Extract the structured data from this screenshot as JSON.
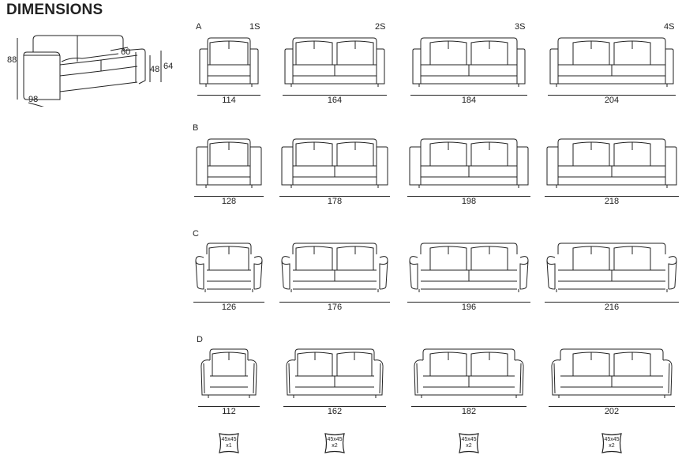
{
  "title": "DIMENSIONS",
  "overview": {
    "height": "88",
    "depth": "98",
    "seat_depth": "60",
    "seat_height": "48",
    "arm_height": "64"
  },
  "sizes": [
    "1S",
    "2S",
    "3S",
    "4S"
  ],
  "rows": [
    {
      "label": "A",
      "style": "square",
      "widths": [
        "114",
        "164",
        "184",
        "204"
      ]
    },
    {
      "label": "B",
      "style": "block",
      "widths": [
        "128",
        "178",
        "198",
        "218"
      ]
    },
    {
      "label": "C",
      "style": "rolled",
      "widths": [
        "126",
        "176",
        "196",
        "216"
      ]
    },
    {
      "label": "D",
      "style": "curved",
      "widths": [
        "112",
        "162",
        "182",
        "202"
      ]
    }
  ],
  "pillows": [
    {
      "size": "45x45",
      "qty": "x1"
    },
    {
      "size": "45x45",
      "qty": "x2"
    },
    {
      "size": "45x45",
      "qty": "x2"
    },
    {
      "size": "45x45",
      "qty": "x2"
    }
  ]
}
